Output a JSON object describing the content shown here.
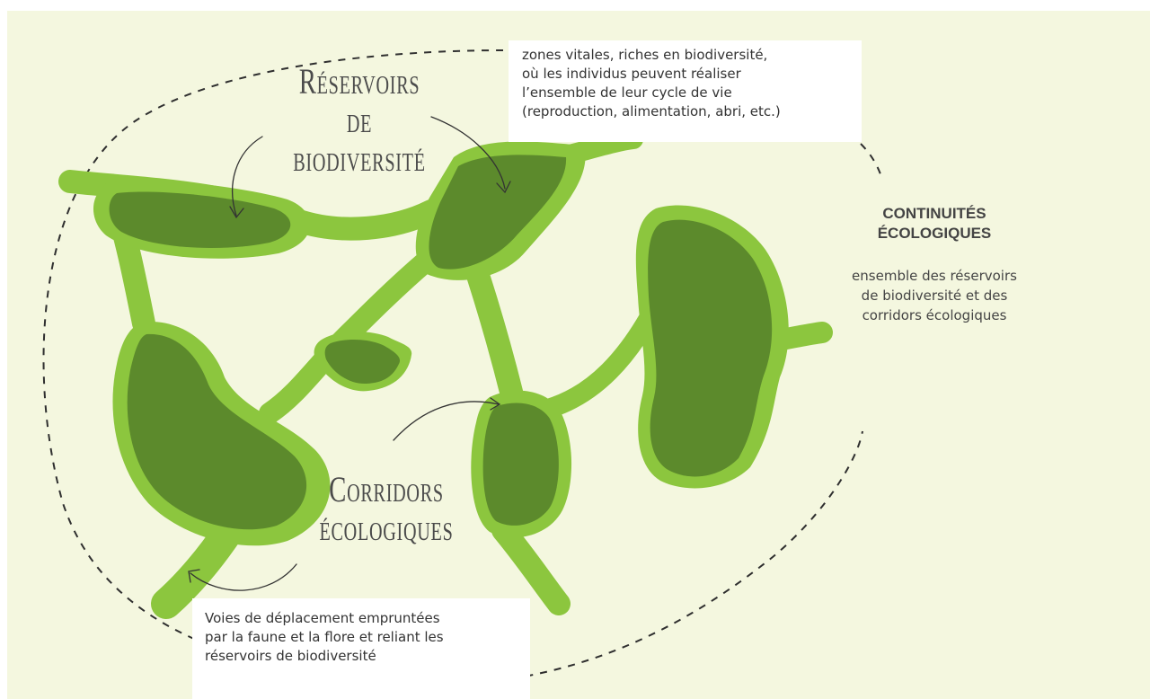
{
  "reservoirs": {
    "title_lines": [
      "Réservoirs",
      "de",
      "biodiversité"
    ],
    "description_lines": [
      "zones vitales, riches en biodiversité,",
      "où les individus peuvent réaliser",
      "l’ensemble de leur cycle de vie",
      "(reproduction, alimentation, abri, etc.)"
    ]
  },
  "corridors": {
    "title_lines": [
      "Corridors",
      "écologiques"
    ],
    "description_lines": [
      "Voies de déplacement empruntées",
      "par la faune et la flore et reliant les",
      "réservoirs de biodiversité"
    ]
  },
  "continuites": {
    "title_lines": [
      "CONTINUITÉS",
      "ÉCOLOGIQUES"
    ],
    "description_lines": [
      "ensemble des réservoirs",
      "de biodiversité et des",
      "corridors écologiques"
    ]
  },
  "colors": {
    "background": "#f4f7df",
    "corridor_green": "#8cc63e",
    "reservoir_green": "#5c8a2c",
    "text": "#444444"
  }
}
